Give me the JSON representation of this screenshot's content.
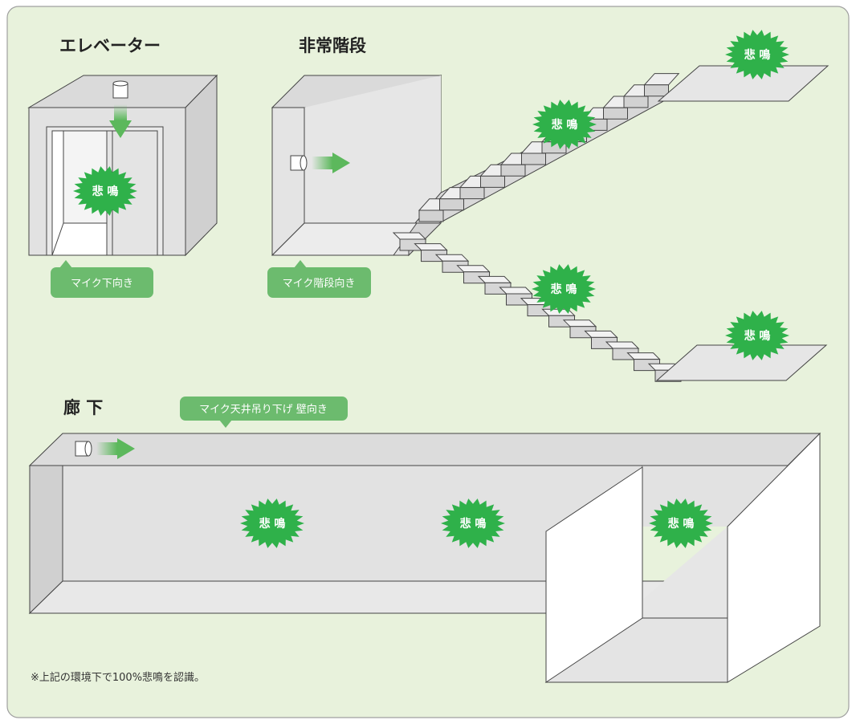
{
  "colors": {
    "panel_bg": "#e8f2dc",
    "panel_border": "#a0a0a0",
    "badge": "#2fb14a",
    "callout": "#6cbb6e",
    "arrow": "#5cb85c",
    "wall_gray": "#dedede",
    "floor_gray": "#ebebeb",
    "line": "#444444"
  },
  "sections": {
    "elevator": {
      "title": "エレベーター",
      "callout": "マイク下向き",
      "badge": "悲 鳴"
    },
    "stairs": {
      "title": "非常階段",
      "callout": "マイク階段向き",
      "badges": [
        "悲 鳴",
        "悲 鳴",
        "悲 鳴",
        "悲 鳴"
      ]
    },
    "corridor": {
      "title": "廊 下",
      "callout": "マイク天井吊り下げ 壁向き",
      "badges": [
        "悲 鳴",
        "悲 鳴",
        "悲 鳴"
      ]
    }
  },
  "footnote": "※上記の環境下で100%悲鳴を認識。",
  "icons": {
    "microphone": "microphone-icon",
    "arrow": "arrow-icon",
    "burst": "burst-icon"
  }
}
